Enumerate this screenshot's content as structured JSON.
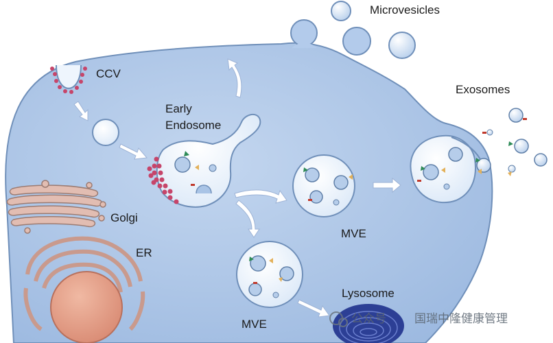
{
  "labels": {
    "microvesicles": "Microvesicles",
    "exosomes": "Exosomes",
    "ccv": "CCV",
    "early_endosome_line1": "Early",
    "early_endosome_line2": "Endosome",
    "golgi": "Golgi",
    "er": "ER",
    "mve_right": "MVE",
    "mve_bottom": "MVE",
    "lysosome": "Lysosome"
  },
  "watermark": {
    "prefix": "公众号",
    "name": "国瑞中隆健康管理"
  },
  "colors": {
    "cell_fill": "#a9c4e6",
    "cell_stroke": "#6f8fb9",
    "vesicle_fill": "#eef5fd",
    "nucleus": "#e7a58f",
    "clathrin": "#c6456a",
    "golgi": "#d3a69c",
    "lysosome": "#2c3f95",
    "arrow": "#ffffff"
  }
}
